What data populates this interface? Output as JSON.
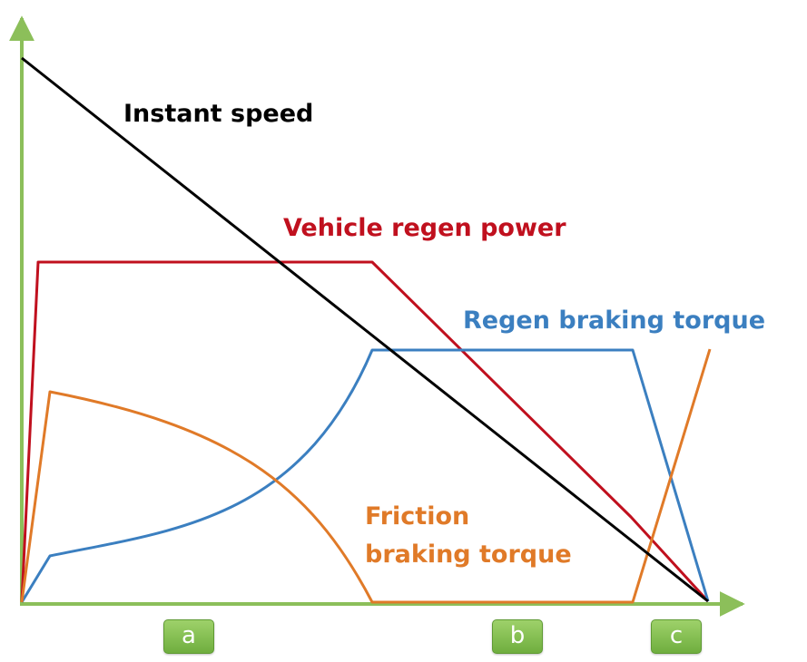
{
  "colors": {
    "axis": "#8cbf5a",
    "instant_speed": "#000000",
    "vehicle_regen_power": "#c0101e",
    "regen_braking_torque": "#3b7fc0",
    "friction_braking_torque": "#e07a28",
    "badge": "#7fbf4a"
  },
  "labels": {
    "instant_speed": "Instant speed",
    "vehicle_regen_power": "Vehicle regen power",
    "regen_braking_torque": "Regen braking torque",
    "friction_braking_torque_line1": "Friction",
    "friction_braking_torque_line2": "braking torque"
  },
  "phases": [
    "a",
    "b",
    "c"
  ]
}
